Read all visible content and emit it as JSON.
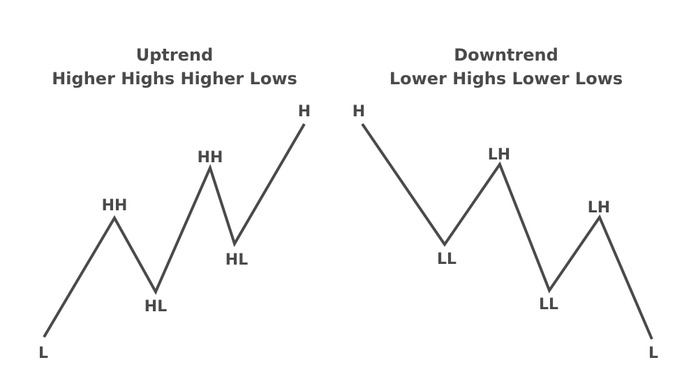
{
  "uptrend": {
    "title": "Uptrend",
    "subtitle": "Higher Highs Higher Lows",
    "points": [
      "L",
      "HH",
      "HL",
      "HH",
      "HL",
      "H"
    ]
  },
  "downtrend": {
    "title": "Downtrend",
    "subtitle": "Lower Highs Lower Lows",
    "points": [
      "H",
      "LL",
      "LH",
      "LL",
      "LH",
      "L"
    ]
  },
  "colors": {
    "line": "#4a4a4a",
    "text": "#4a4a4a",
    "background": "#ffffff"
  }
}
